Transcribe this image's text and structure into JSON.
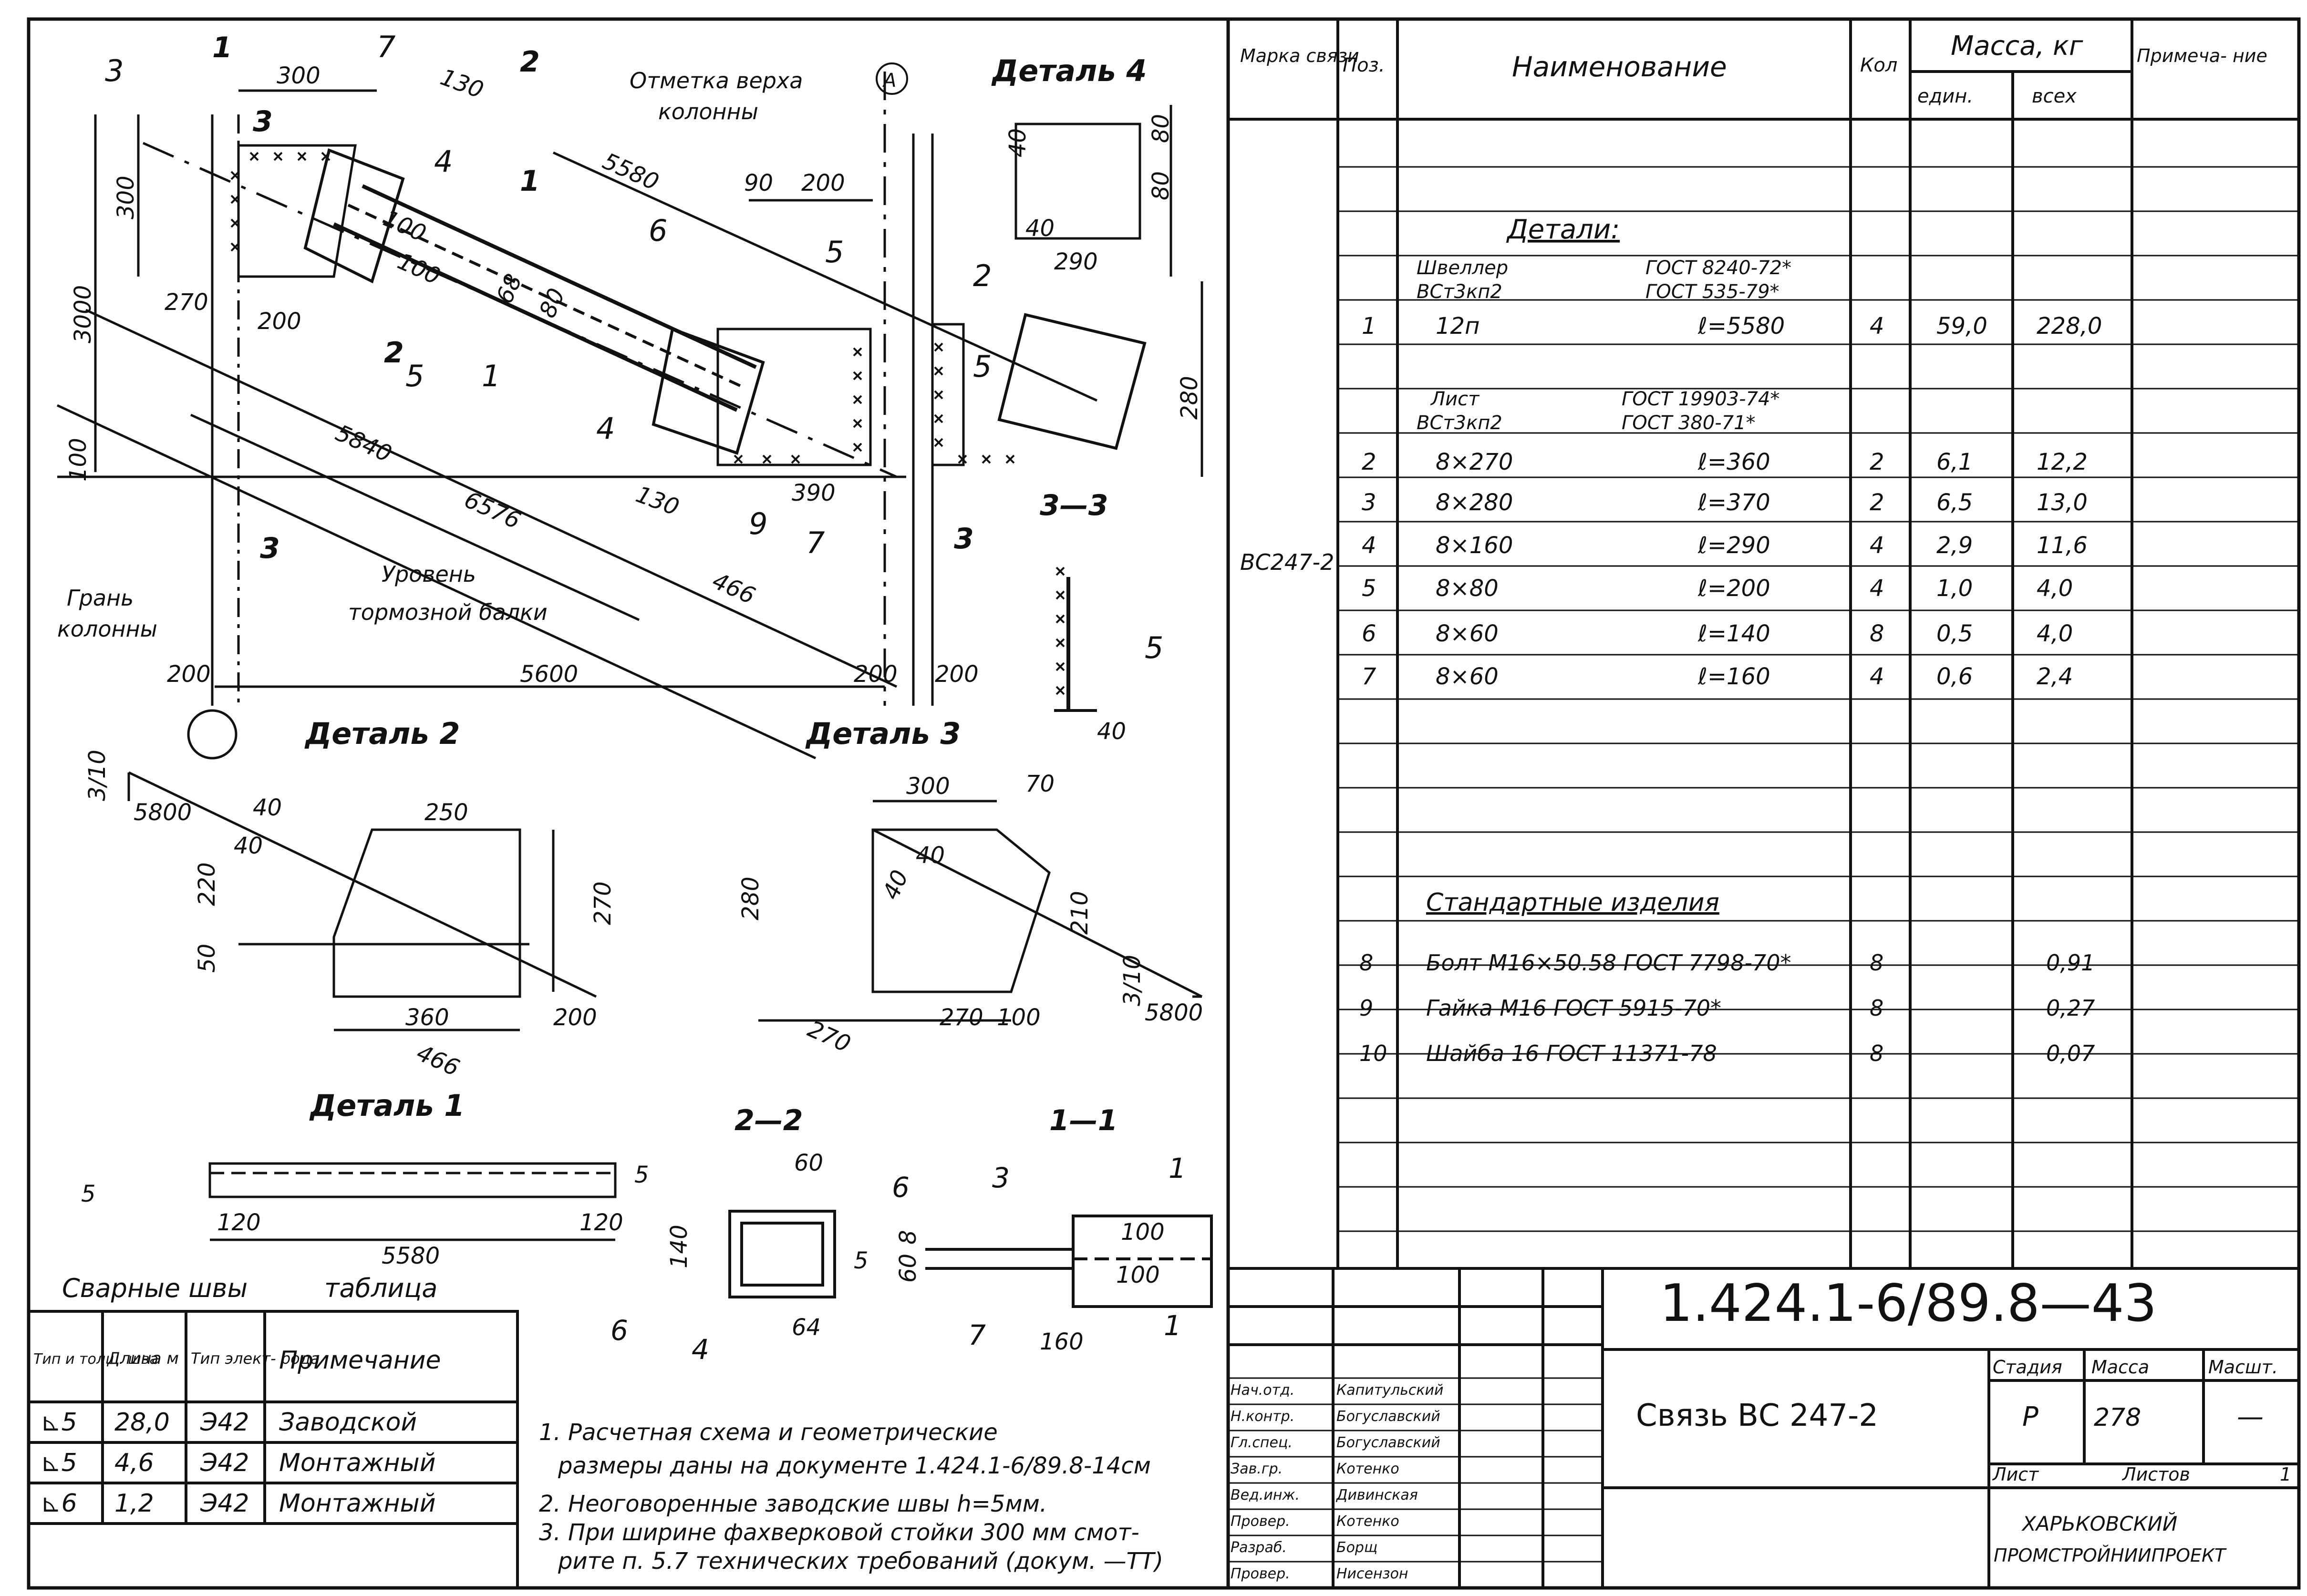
{
  "drawing": {
    "section_marks": {
      "s1": "1",
      "s2": "2",
      "s3": "3",
      "s33": "3—3",
      "s22": "2—2",
      "s11": "1—1"
    },
    "notes_top": {
      "column_top": "Отметка верха",
      "column_top2": "колонны",
      "brake_level": "Уровень",
      "brake_level2": "тормозной балки",
      "column_face": "Грань",
      "column_face2": "колонны",
      "axis": "А"
    },
    "dims": {
      "d300a": "300",
      "d130": "130",
      "d5580": "5580",
      "d3000": "3000",
      "d300v": "300",
      "d270": "270",
      "d200a": "200",
      "d90": "90",
      "d200b": "200",
      "d5840": "5840",
      "d6576": "6576",
      "d466": "466",
      "d390": "390",
      "d130b": "130",
      "d100": "100",
      "d200c": "200",
      "d5600": "5600",
      "d200d": "200",
      "d200e": "200",
      "d280": "280",
      "d40": "40",
      "d290": "290",
      "d80a": "80",
      "d80b": "80",
      "d40b": "40",
      "d100b": "100",
      "d100c": "100",
      "d68": "68",
      "d80c": "80",
      "d40c": "40"
    },
    "callouts": {
      "c3": "3",
      "c7": "7",
      "c4": "4",
      "c1": "1",
      "c6": "6",
      "c5": "5",
      "c2": "2",
      "c4b": "4",
      "c9": "9",
      "c7b": "7",
      "c5b": "5",
      "c5c": "5",
      "c5d": "5"
    },
    "details": {
      "detail4": "Деталь 4",
      "detail2": "Деталь 2",
      "detail3": "Деталь 3",
      "detail1": "Деталь 1"
    },
    "detail2_dims": {
      "slope": "3/10",
      "d5800": "5800",
      "d250": "250",
      "d40a": "40",
      "d40b": "40",
      "d220": "220",
      "d50": "50",
      "d270": "270",
      "d360": "360",
      "d200": "200",
      "d466": "466"
    },
    "detail3_dims": {
      "d300": "300",
      "d70": "70",
      "d280": "280",
      "d40a": "40",
      "d40b": "40",
      "d210": "210",
      "d270a": "270",
      "d270b": "270",
      "d100": "100",
      "slope": "3/10",
      "d5800": "5800"
    },
    "detail1_dims": {
      "d5a": "5",
      "d5b": "5",
      "d120a": "120",
      "d120b": "120",
      "d5580": "5580"
    },
    "sec22_dims": {
      "d60": "60",
      "d140": "140",
      "d5": "5",
      "d64": "64",
      "c6a": "6",
      "c6b": "6",
      "c4": "4"
    },
    "sec11_dims": {
      "c3": "3",
      "c1a": "1",
      "c1b": "1",
      "c7": "7",
      "d100a": "100",
      "d100b": "100",
      "d160": "160",
      "d60": "60",
      "d8": "8"
    }
  },
  "weld_table": {
    "title_left": "Сварные швы",
    "title_right": "таблица",
    "headers": [
      "Тип и толщ. шва",
      "Длина м",
      "Тип элект- рода",
      "Примечание"
    ],
    "rows": [
      [
        "⊾5",
        "28,0",
        "Э42",
        "Заводской"
      ],
      [
        "⊾5",
        "4,6",
        "Э42",
        "Монтажный"
      ],
      [
        "⊾6",
        "1,2",
        "Э42",
        "Монтажный"
      ]
    ]
  },
  "notes": [
    "1. Расчетная схема и геометрические",
    "размеры даны на документе 1.424.1-6/89.8-14см",
    "2. Неоговоренные заводские швы h=5мм.",
    "3. При ширине фахверковой стойки 300 мм смот-",
    "рите п. 5.7 технических требований (докум. —ТТ)"
  ],
  "spec": {
    "headers": {
      "mark": "Марка связи",
      "pos": "Поз.",
      "name": "Наименование",
      "qty": "Кол",
      "mass": "Масса, кг",
      "unit": "един.",
      "all": "всех",
      "note": "Примеча- ние"
    },
    "mark_value": "ВС247-2",
    "section_details": "Детали:",
    "channel": {
      "name": "Швеллер",
      "gost1": "ГОСТ 8240-72*",
      "steel": "ВСт3кп2",
      "gost2": "ГОСТ 535-79*"
    },
    "sheet": {
      "name": "Лист",
      "gost1": "ГОСТ 19903-74*",
      "steel": "ВСт3кп2",
      "gost2": "ГОСТ 380-71*"
    },
    "section_std": "Стандартные изделия",
    "rows": [
      {
        "pos": "1",
        "size": "12п",
        "len": "ℓ=5580",
        "qty": "4",
        "unit": "59,0",
        "all": "228,0"
      },
      {
        "pos": "2",
        "size": "8×270",
        "len": "ℓ=360",
        "qty": "2",
        "unit": "6,1",
        "all": "12,2"
      },
      {
        "pos": "3",
        "size": "8×280",
        "len": "ℓ=370",
        "qty": "2",
        "unit": "6,5",
        "all": "13,0"
      },
      {
        "pos": "4",
        "size": "8×160",
        "len": "ℓ=290",
        "qty": "4",
        "unit": "2,9",
        "all": "11,6"
      },
      {
        "pos": "5",
        "size": "8×80",
        "len": "ℓ=200",
        "qty": "4",
        "unit": "1,0",
        "all": "4,0"
      },
      {
        "pos": "6",
        "size": "8×60",
        "len": "ℓ=140",
        "qty": "8",
        "unit": "0,5",
        "all": "4,0"
      },
      {
        "pos": "7",
        "size": "8×60",
        "len": "ℓ=160",
        "qty": "4",
        "unit": "0,6",
        "all": "2,4"
      }
    ],
    "std_rows": [
      {
        "pos": "8",
        "text": "Болт М16×50.58 ГОСТ 7798-70*",
        "qty": "8",
        "all": "0,91"
      },
      {
        "pos": "9",
        "text": "Гайка М16 ГОСТ 5915-70*",
        "qty": "8",
        "all": "0,27"
      },
      {
        "pos": "10",
        "text": "Шайба 16 ГОСТ 11371-78",
        "qty": "8",
        "all": "0,07"
      }
    ]
  },
  "title_block": {
    "doc_number": "1.424.1-6/89.8—43",
    "title": "Связь ВС 247-2",
    "stage_label": "Стадия",
    "mass_label": "Масса",
    "scale_label": "Масшт.",
    "stage": "Р",
    "mass": "278",
    "scale": "—",
    "sheet_label": "Лист",
    "sheets_label": "Листов",
    "sheets": "1",
    "org1": "ХАРЬКОВСКИЙ",
    "org2": "ПРОМСТРОЙНИИПРОЕКТ",
    "people": [
      {
        "role": "Нач.отд.",
        "name": "Капитульский"
      },
      {
        "role": "Н.контр.",
        "name": "Богуславский"
      },
      {
        "role": "Гл.спец.",
        "name": "Богуславский"
      },
      {
        "role": "Зав.гр.",
        "name": "Котенко"
      },
      {
        "role": "Вед.инж.",
        "name": "Дивинская"
      },
      {
        "role": "Провер.",
        "name": "Котенко"
      },
      {
        "role": "Разраб.",
        "name": "Борщ"
      },
      {
        "role": "Провер.",
        "name": "Нисензон"
      }
    ]
  }
}
